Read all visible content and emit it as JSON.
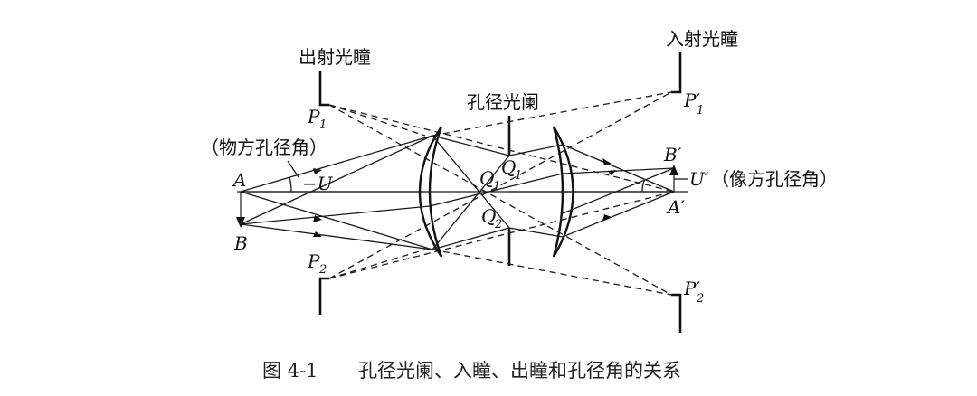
{
  "labels": {
    "exit_pupil": "出射光瞳",
    "entrance_pupil": "入射光瞳",
    "aperture_stop": "孔径光阑",
    "object_angle": "（物方孔径角）",
    "image_angle": "（像方孔径角）",
    "A": "A",
    "B": "B",
    "A_prime": "A′",
    "B_prime": "B′",
    "minus_U": "−U",
    "U_prime": "U′",
    "P1": "P",
    "P1_sub": "1",
    "P2": "P",
    "P2_sub": "2",
    "P1_prime": "P′",
    "P1_prime_sub": "1",
    "P2_prime": "P′",
    "P2_prime_sub": "2",
    "Q": "Q",
    "Q_sub": "1",
    "Q1": "Q",
    "Q1_sub": "1",
    "Q2": "Q",
    "Q2_sub": "2"
  },
  "caption": {
    "number": "图 4-1",
    "text": "孔径光阑、入瞳、出瞳和孔径角的关系"
  }
}
